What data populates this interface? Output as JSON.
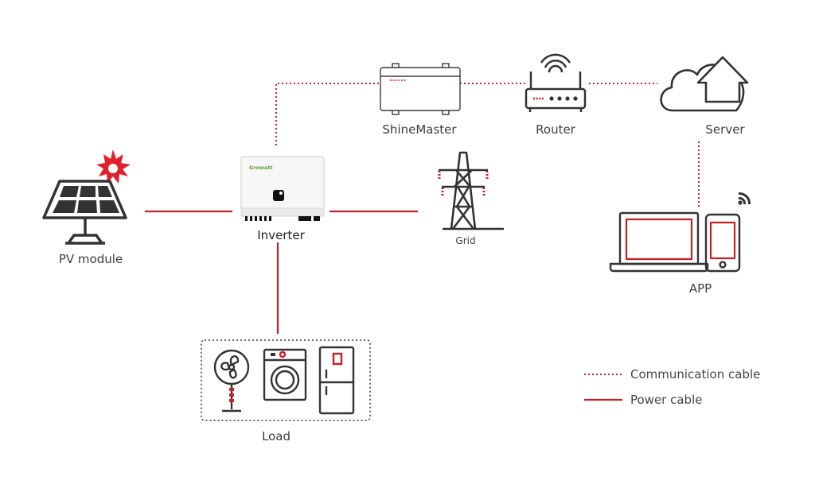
{
  "colors": {
    "cable": "#c8202a",
    "outline": "#333333",
    "accent_red": "#e0202a"
  },
  "nodes": {
    "pv_module": {
      "label": "PV module",
      "icon": "solar-panel-icon"
    },
    "inverter": {
      "label": "Inverter",
      "brand": "Growatt",
      "icon": "inverter-icon"
    },
    "shinemaster": {
      "label": "ShineMaster",
      "icon": "datalogger-icon"
    },
    "router": {
      "label": "Router",
      "icon": "router-icon"
    },
    "server": {
      "label": "Server",
      "icon": "cloud-upload-icon"
    },
    "grid": {
      "label": "Grid",
      "icon": "power-tower-icon"
    },
    "app": {
      "label": "APP",
      "icon": "laptop-phone-icon"
    },
    "load": {
      "label": "Load",
      "icon": "appliances-icon"
    }
  },
  "legend": {
    "communication": "Communication cable",
    "power": "Power cable"
  }
}
